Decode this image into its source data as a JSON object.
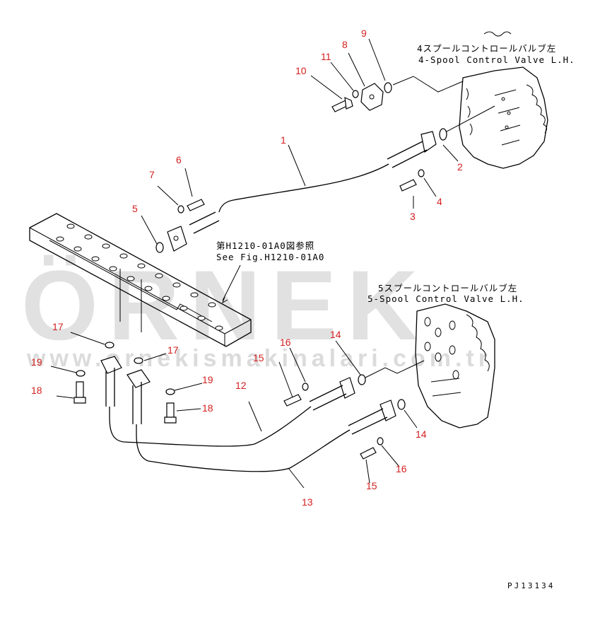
{
  "diagram": {
    "watermark_brand": "ÖRNEK",
    "watermark_url": "www.ornekismakinalari.com.tr",
    "callouts": {
      "valve4_jp": "4スプールコントロールバルブ左",
      "valve4_en": "4-Spool Control Valve L.H.",
      "valve5_jp": "5スプールコントロールバルブ左",
      "valve5_en": "5-Spool Control Valve L.H.",
      "see_fig_jp": "第H1210-01A0図参照",
      "see_fig_en": "See Fig.H1210-01A0"
    },
    "drawing_code": "PJ13134",
    "part_labels": [
      "1",
      "2",
      "3",
      "4",
      "5",
      "6",
      "7",
      "8",
      "9",
      "10",
      "11",
      "12",
      "13",
      "14",
      "14",
      "15",
      "15",
      "16",
      "16",
      "17",
      "17",
      "18",
      "18",
      "19",
      "19"
    ]
  },
  "colors": {
    "label": "#d42020",
    "line": "#000000",
    "watermark": "#c9c9c9"
  }
}
